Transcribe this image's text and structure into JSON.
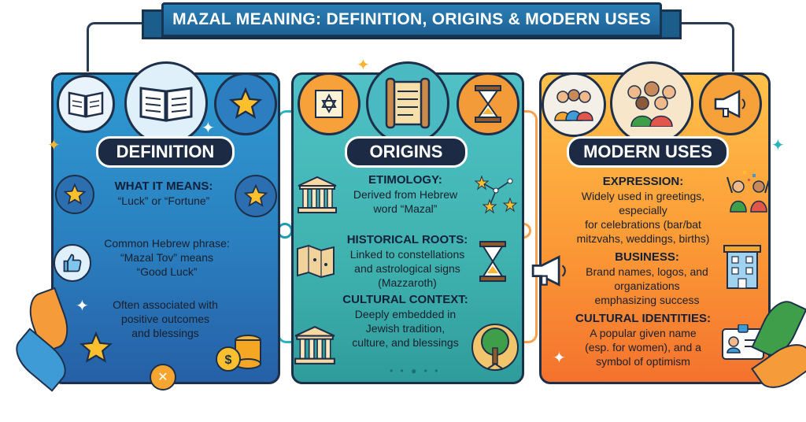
{
  "banner": {
    "title": "MAZAL MEANING: DEFINITION, ORIGINS & MODERN USES"
  },
  "colors": {
    "definition": "#2a7fbf",
    "origins": "#3fb2ae",
    "modern": "#fb9a36",
    "outline": "#1e2f4a"
  },
  "definition": {
    "title": "DEFINITION",
    "icons": [
      "open-book-icon",
      "large-book-icon",
      "star-icon",
      "sparkle-icon",
      "thumbs-up-icon",
      "coins-icon",
      "leaf-icon"
    ],
    "meaning_heading": "WHAT IT MEANS:",
    "meaning_text": "“Luck” or “Fortune”",
    "phrase_lines": [
      "Common Hebrew phrase:",
      "“Mazal Tov” means",
      "“Good Luck”"
    ],
    "assoc_lines": [
      "Often associated with",
      "positive outcomes",
      "and blessings"
    ]
  },
  "origins": {
    "title": "ORIGINS",
    "icons": [
      "star-of-david-icon",
      "scroll-icon",
      "hourglass-icon",
      "temple-icon",
      "constellation-icon",
      "map-icon",
      "tree-icon"
    ],
    "etym_heading": "ETIMOLOGY:",
    "etym_lines": [
      "Derived from Hebrew",
      "word “Mazal”"
    ],
    "roots_heading": "HISTORICAL ROOTS:",
    "roots_lines": [
      "Linked to constellations",
      "and astrological signs",
      "(Mazzaroth)"
    ],
    "context_heading": "CULTURAL CONTEXT:",
    "context_lines": [
      "Deeply embedded in",
      "Jewish tradition,",
      "culture, and blessings"
    ]
  },
  "modern": {
    "title": "MODERN USES",
    "icons": [
      "group-icon",
      "crowd-icon",
      "megaphone-icon",
      "celebration-icon",
      "office-building-icon",
      "id-card-icon"
    ],
    "expr_heading": "EXPRESSION:",
    "expr_lines": [
      "Widely used in greetings,",
      "especially",
      "for celebrations (bar/bat",
      "mitzvahs, weddings, births)"
    ],
    "biz_heading": "BUSINESS:",
    "biz_lines": [
      "Brand names, logos, and",
      "organizations",
      "emphasizing success"
    ],
    "ident_heading": "CULTURAL IDENTITIES:",
    "ident_lines": [
      "A popular given name",
      "(esp. for women), and a",
      "symbol of optimism"
    ]
  }
}
